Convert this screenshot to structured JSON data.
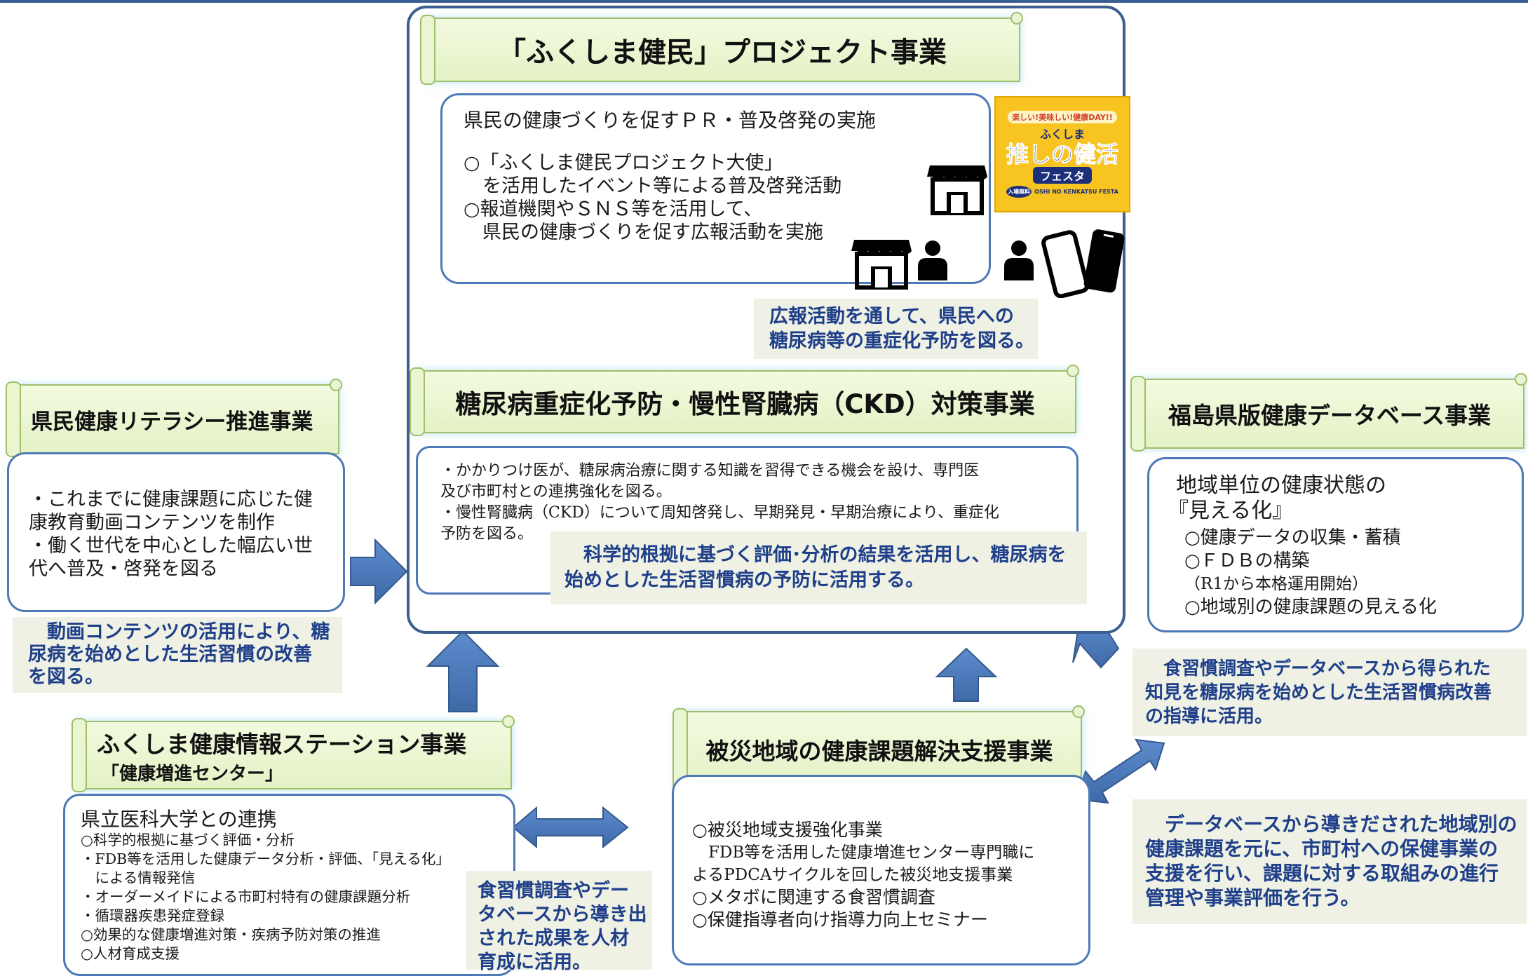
{
  "project": {
    "title": "「ふくしま健民」プロジェクト事業",
    "pr_heading": "県民の健康づくりを促すＰＲ・普及啓発の実施",
    "pr_lines": [
      "○「ふくしま健民プロジェクト大使」",
      "　を活用したイベント等による普及啓発活動",
      "○報道機関やＳＮＳ等を活用して、",
      "　県民の健康づくりを促す広報活動を実施"
    ],
    "note_lines": [
      "広報活動を通して、県民への",
      "糖尿病等の重症化予防を図る。"
    ]
  },
  "poster": {
    "top": "楽しい!美味しい!健康DAY!!",
    "line1": "ふくしま",
    "line2": "推しの健活",
    "line3": "フェスタ",
    "badge": "入場無料",
    "romaji": "OSHI NO KENKATSU FESTA"
  },
  "ckd": {
    "title": "糖尿病重症化予防・慢性腎臓病（CKD）対策事業",
    "lines": [
      "・かかりつけ医が、糖尿病治療に関する知識を習得できる機会を設け、専門医",
      "及び市町村との連携強化を図る。",
      "・慢性腎臓病（CKD）について周知啓発し、早期発見・早期治療により、重症化",
      "予防を図る。"
    ],
    "note_lines": [
      "　科学的根拠に基づく評価･分析の結果を活用し、糖尿病を",
      "始めとした生活習慣病の予防に活用する。"
    ]
  },
  "literacy": {
    "title": "県民健康リテラシー推進事業",
    "lines": [
      "・これまでに健康課題に応じた健",
      "康教育動画コンテンツを制作",
      "・働く世代を中心とした幅広い世",
      "代へ普及・啓発を図る"
    ],
    "note_lines": [
      "　動画コンテンツの活用により、糖",
      "尿病を始めとした生活習慣の改善",
      "を図る。"
    ]
  },
  "database": {
    "title": "福島県版健康データベース事業",
    "heading_lines": [
      "地域単位の健康状態の",
      "『見える化』"
    ],
    "lines": [
      "○健康データの収集・蓄積",
      "○ＦＤＢの構築",
      "（R1から本格運用開始）",
      "○地域別の健康課題の見える化"
    ],
    "note_lines": [
      "　食習慣調査やデータベースから得られた",
      "知見を糖尿病を始めとした生活習慣病改善",
      "の指導に活用。"
    ],
    "note2_lines": [
      "　データベースから導きだされた地域別の",
      "健康課題を元に、市町村への保健事業の",
      "支援を行い、課題に対する取組みの進行",
      "管理や事業評価を行う。"
    ]
  },
  "station": {
    "title": "ふくしま健康情報ステーション事業",
    "subtitle": "「健康増進センター」",
    "heading": "県立医科大学との連携",
    "lines": [
      "○科学的根拠に基づく評価・分析",
      "・FDB等を活用した健康データ分析・評価、「見える化」",
      "　による情報発信",
      "・オーダーメイドによる市町村特有の健康課題分析",
      "・循環器疾患発症登録",
      "○効果的な健康増進対策・疾病予防対策の推進",
      "○人材育成支援"
    ],
    "note_lines": [
      "食習慣調査やデー",
      "タベースから導き出",
      "された成果を人材",
      "育成に活用。"
    ]
  },
  "disaster": {
    "title": "被災地域の健康課題解決支援事業",
    "lines": [
      "○被災地域支援強化事業",
      "　FDB等を活用した健康増進センター専門職に",
      "よるPDCAサイクルを回した被災地支援事業",
      "○メタボに関連する食習慣調査",
      "○保健指導者向け指導力向上セミナー"
    ]
  },
  "colors": {
    "arrow": "#4a77b8",
    "frame": "#3d5f8f",
    "note_text": "#1f3f8a",
    "poster": "#f7c422"
  }
}
